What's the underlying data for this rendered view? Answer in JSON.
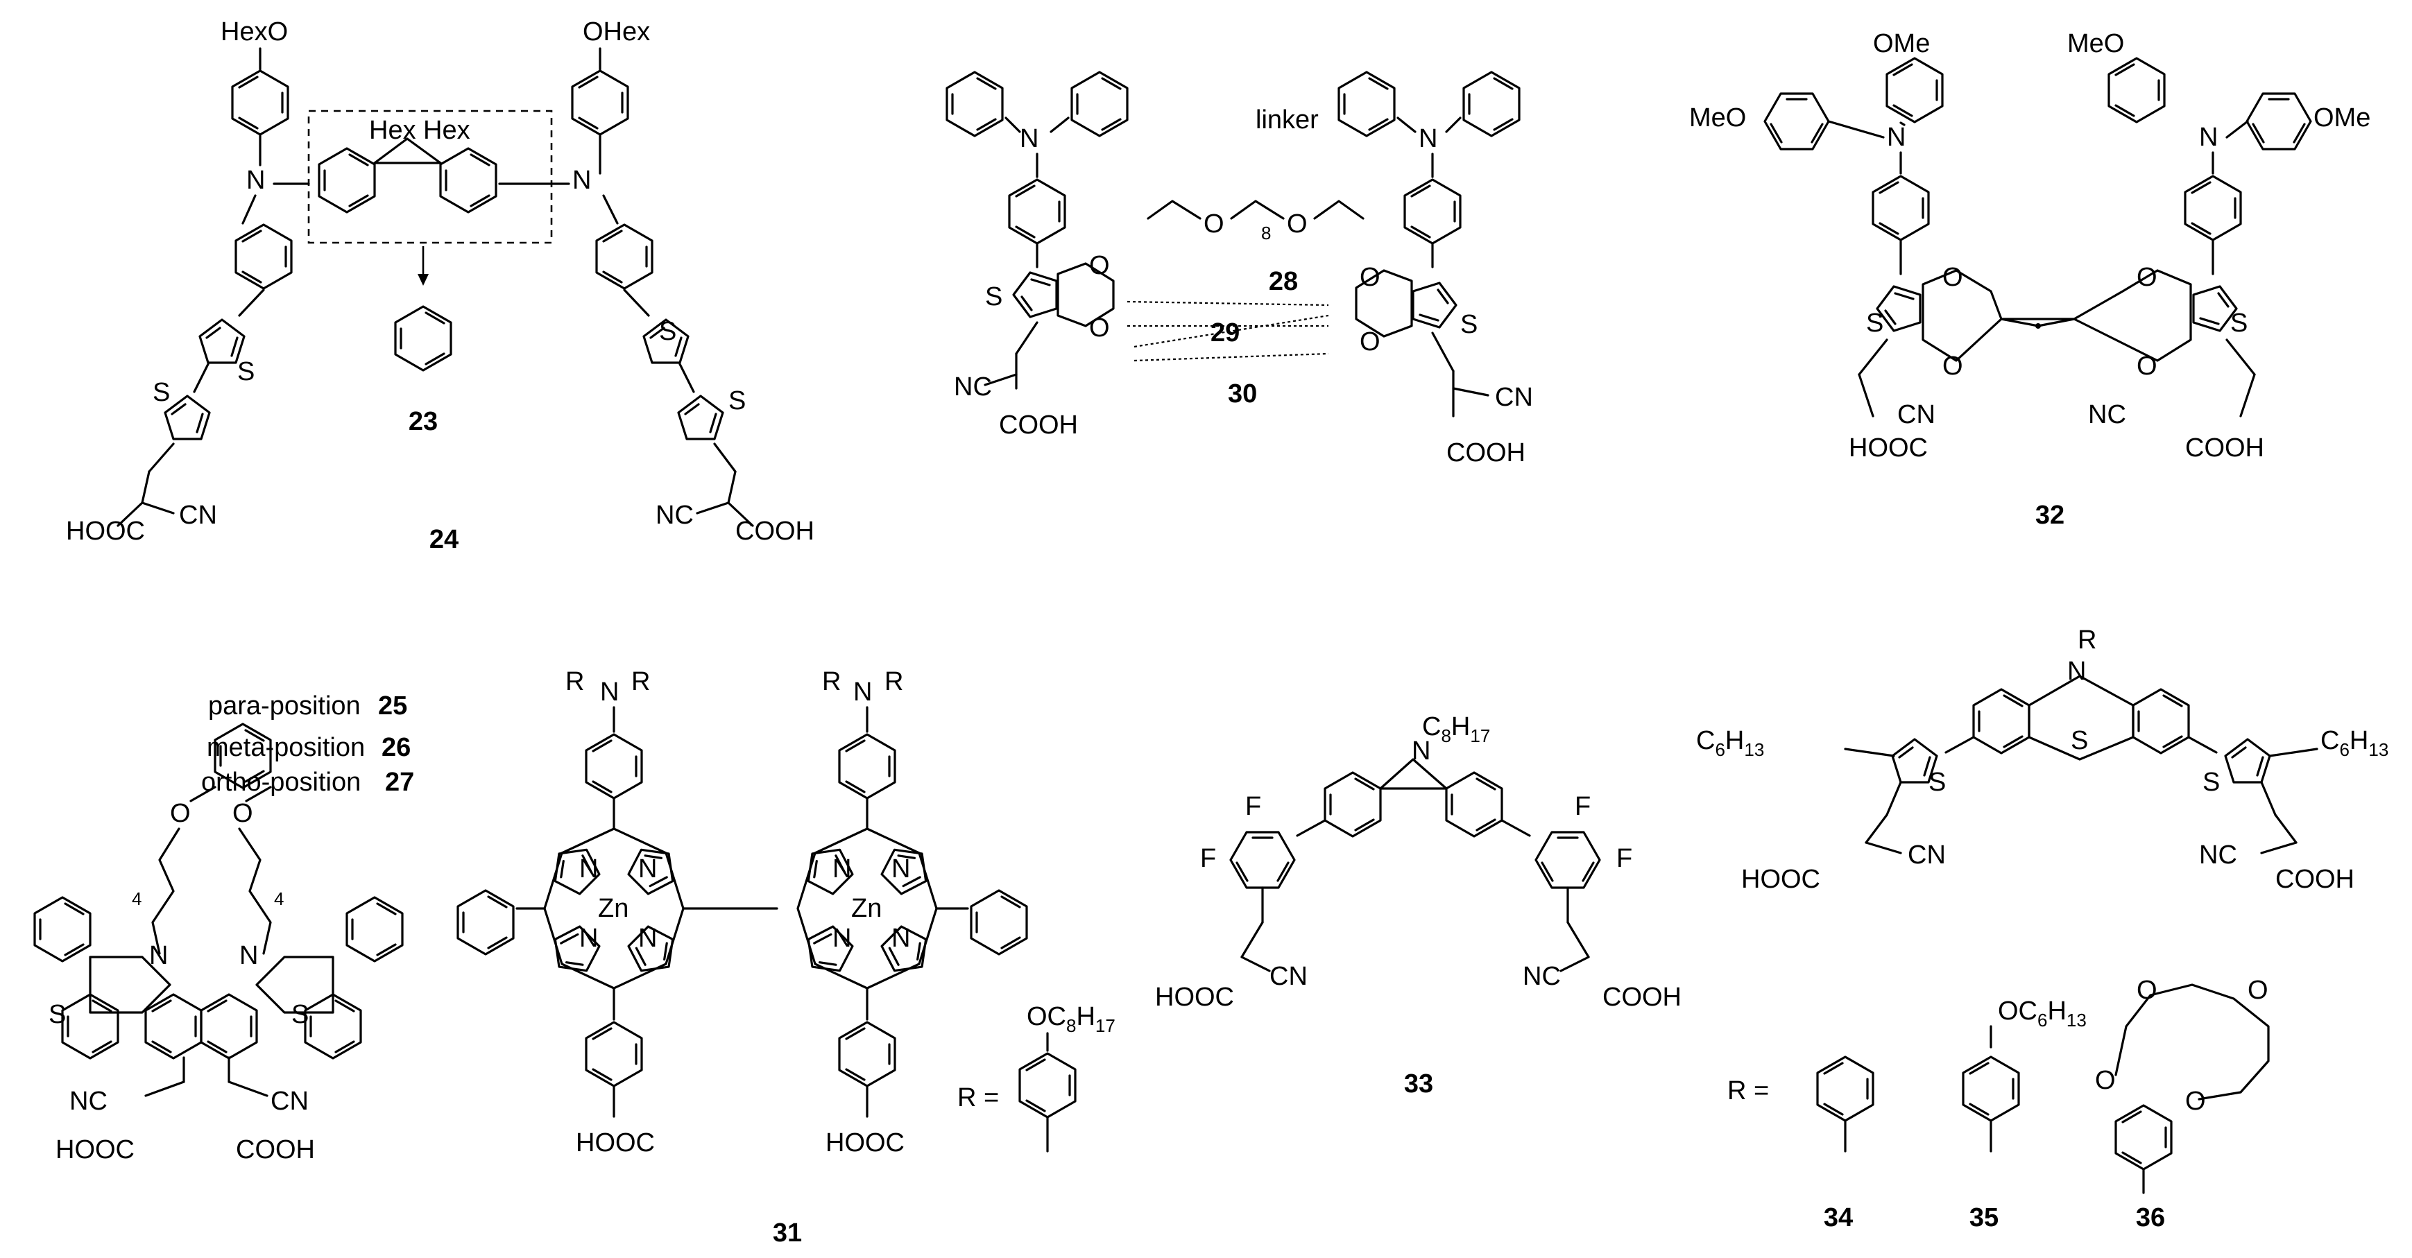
{
  "compounds": {
    "c23": "23",
    "c24": "24",
    "c25": "25",
    "c26": "26",
    "c27": "27",
    "c28": "28",
    "c29": "29",
    "c30": "30",
    "c31": "31",
    "c32": "32",
    "c33": "33",
    "c34": "34",
    "c35": "35",
    "c36": "36"
  },
  "labels": {
    "hexo": "HexO",
    "ohex": "OHex",
    "hex": "Hex",
    "n": "N",
    "s": "S",
    "o": "O",
    "f": "F",
    "zn": "Zn",
    "r": "R",
    "nc": "NC",
    "cn": "CN",
    "cooh": "COOH",
    "hooc": "HOOC",
    "meo": "MeO",
    "ome": "OMe",
    "linker": "linker",
    "linker_sub": "8",
    "para": "para-position",
    "meta": "meta-position",
    "ortho": "ortho-position",
    "sub4": "4",
    "r_eq": "R =",
    "c6": "C",
    "c6_sub": "6",
    "h13": "H",
    "h13_sub": "13",
    "c8": "C",
    "c8_sub": "8",
    "h17": "H",
    "h17_sub": "17",
    "oc6": "OC",
    "oc8": "OC"
  }
}
